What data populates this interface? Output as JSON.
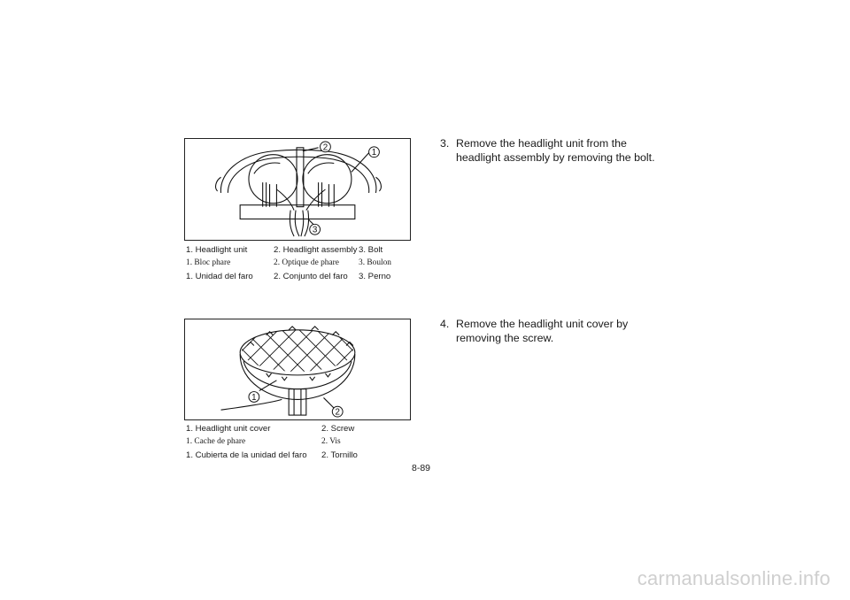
{
  "figure1": {
    "callouts": [
      "1",
      "2",
      "3"
    ],
    "legend": {
      "english": [
        "1.  Headlight unit",
        "2.  Headlight assembly",
        "3.  Bolt"
      ],
      "french": [
        "1.  Bloc phare",
        "2.  Optique de phare",
        "3.  Boulon"
      ],
      "spanish": [
        "1.  Unidad del faro",
        "2.  Conjunto del faro",
        "3.  Perno"
      ]
    }
  },
  "figure2": {
    "callouts": [
      "1",
      "2"
    ],
    "legend": {
      "english": [
        "1.  Headlight unit cover",
        "2.  Screw"
      ],
      "french": [
        "1.  Cache de phare",
        "2.  Vis"
      ],
      "spanish": [
        "1.  Cubierta de la unidad del faro",
        "2.  Tornillo"
      ]
    }
  },
  "steps": [
    {
      "number": "3.",
      "text": "Remove the headlight unit from the headlight assembly by removing the bolt."
    },
    {
      "number": "4.",
      "text": "Remove the headlight unit cover by removing the screw."
    }
  ],
  "page_number": "8-89",
  "watermark": "carmanualsonline.info"
}
